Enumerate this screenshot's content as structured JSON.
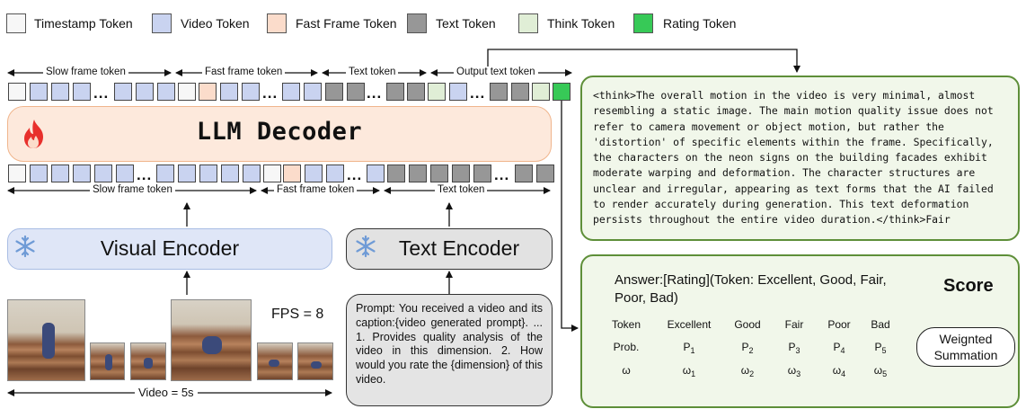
{
  "legend": [
    {
      "label": "Timestamp Token",
      "color": "#f7f7f7"
    },
    {
      "label": "Video Token",
      "color": "#c9d3f0"
    },
    {
      "label": "Fast Frame Token",
      "color": "#fbdccb"
    },
    {
      "label": "Text Token",
      "color": "#979797"
    },
    {
      "label": "Think Token",
      "color": "#e0eed6"
    },
    {
      "label": "Rating Token",
      "color": "#37c957"
    }
  ],
  "top_strip": {
    "segments": [
      "Slow frame token",
      "Fast frame token",
      "Text token",
      "Output text token"
    ],
    "dots": "..."
  },
  "bottom_strip": {
    "segments": [
      "Slow frame token",
      "Fast frame token",
      "Text token"
    ],
    "dots": "..."
  },
  "decoder": {
    "title": "LLM Decoder"
  },
  "visual_encoder": {
    "title": "Visual Encoder"
  },
  "text_encoder": {
    "title": "Text Encoder"
  },
  "fps_label": "FPS = 8",
  "video_label": "Video = 5s",
  "prompt_text": "Prompt: You received a video and its caption:{video generated prompt}. ... 1. Provides quality analysis of the video in this dimension. 2. How would you rate the {dimension} of this video.",
  "think_text": "<think>The overall motion in the video is very minimal, almost resembling a static image. The main motion quality issue does not refer to camera movement or object motion, but rather the 'distortion' of specific elements within the frame. Specifically, the characters on the neon signs on the building facades exhibit moderate warping and deformation. The character structures are unclear and irregular, appearing as text forms that the AI failed to render accurately during generation. This text deformation persists throughout the entire video duration.</think>Fair",
  "answer": {
    "line": "Answer:[Rating](Token: Excellent, Good, Fair, Poor, Bad)",
    "score_label": "Score",
    "table": {
      "headers": [
        "Token",
        "Excellent",
        "Good",
        "Fair",
        "Poor",
        "Bad"
      ],
      "prob_row": [
        "Prob.",
        "P",
        "P",
        "P",
        "P",
        "P"
      ],
      "prob_subs": [
        "",
        "1",
        "2",
        "3",
        "4",
        "5"
      ],
      "omega_row": [
        "ω",
        "ω",
        "ω",
        "ω",
        "ω",
        "ω"
      ],
      "omega_subs": [
        "",
        "1",
        "2",
        "3",
        "4",
        "5"
      ]
    },
    "weighted_summation": "Weignted Summation"
  }
}
